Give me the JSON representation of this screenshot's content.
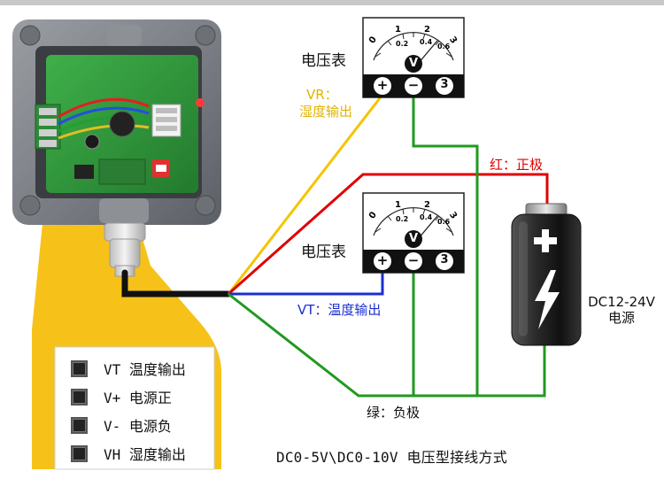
{
  "meters": {
    "top": {
      "label": "电压表"
    },
    "middle": {
      "label": "电压表"
    },
    "dial_symbol": "V",
    "scale_ticks": [
      "0",
      "1",
      "2",
      "3",
      "0.2",
      "0.4",
      "0.6"
    ],
    "terminals": [
      "+",
      "−",
      "3"
    ]
  },
  "wires": {
    "vr_label_1": "VR：",
    "vr_label_2": "湿度输出",
    "vt_label": "VT：温度输出",
    "red_label": "红：正极",
    "green_label": "绿：负极",
    "colors": {
      "yellow": "#f5c400",
      "red": "#e00000",
      "blue": "#1a2fd0",
      "green": "#1f9a1f",
      "black": "#111111"
    }
  },
  "battery": {
    "label_1": "DC12-24V",
    "label_2": "电源"
  },
  "pins": [
    {
      "code": "VT",
      "desc": "温度输出"
    },
    {
      "code": "V+",
      "desc": "电源正"
    },
    {
      "code": "V-",
      "desc": "电源负"
    },
    {
      "code": "VH",
      "desc": "湿度输出"
    }
  ],
  "title": "DC0-5V\\DC0-10V 电压型接线方式"
}
